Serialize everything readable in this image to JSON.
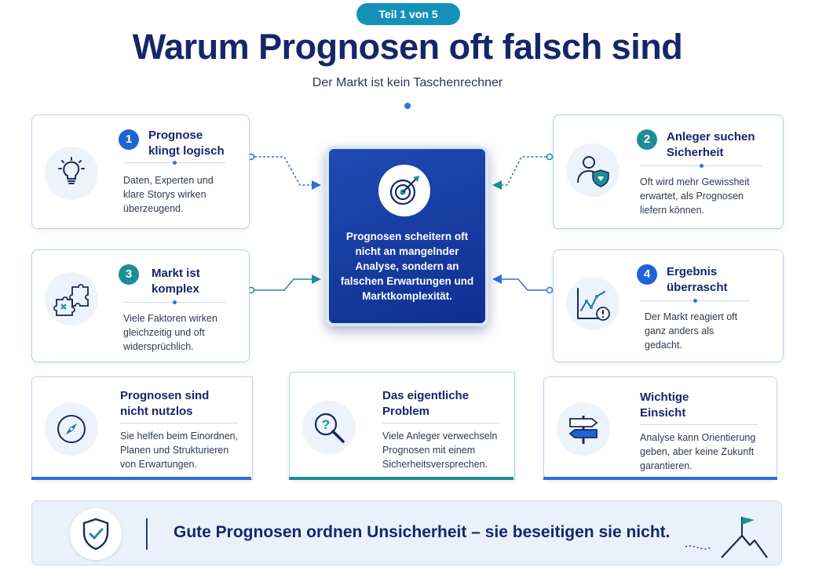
{
  "badge": "Teil 1 von 5",
  "title": "Warum Prognosen oft falsch sind",
  "subtitle": "Der Markt ist kein Taschenrechner",
  "cards": [
    {
      "number": "1",
      "title_lines": [
        "Prognose",
        "klingt logisch"
      ],
      "body_lines": [
        "Daten, Experten und",
        "klare Storys wirken",
        "überzeugend."
      ],
      "icon": "lightbulb-icon"
    },
    {
      "number": "2",
      "title_lines": [
        "Anleger suchen",
        "Sicherheit"
      ],
      "body_lines": [
        "Oft wird mehr Gewissheit",
        "erwartet, als Prognosen",
        "liefern können."
      ],
      "icon": "user-shield-icon"
    },
    {
      "number": "3",
      "title_lines": [
        "Markt ist",
        "komplex"
      ],
      "body_lines": [
        "Viele Faktoren wirken",
        "gleichzeitig und oft",
        "widersprüchlich."
      ],
      "icon": "puzzle-icon"
    },
    {
      "number": "4",
      "title_lines": [
        "Ergebnis",
        "überrascht"
      ],
      "body_lines": [
        "Der Markt reagiert oft",
        "ganz anders als",
        "gedacht."
      ],
      "icon": "chart-alert-icon"
    }
  ],
  "center": {
    "icon": "target-icon",
    "text_lines": [
      "Prognosen scheitern oft",
      "nicht an mangelnder",
      "Analyse, sondern an",
      "falschen Erwartungen und",
      "Marktkomplexität."
    ]
  },
  "bottom_cards": [
    {
      "title_lines": [
        "Prognosen sind",
        "nicht nutzlos"
      ],
      "body_lines": [
        "Sie helfen beim Einordnen,",
        "Planen und Strukturieren",
        "von Erwartungen."
      ],
      "icon": "compass-icon"
    },
    {
      "title_lines": [
        "Das eigentliche",
        "Problem"
      ],
      "body_lines": [
        "Viele Anleger verwechseln",
        "Prognosen mit einem",
        "Sicherheitsversprechen."
      ],
      "icon": "magnifier-question-icon"
    },
    {
      "title_lines": [
        "Wichtige",
        "Einsicht"
      ],
      "body_lines": [
        "Analyse kann Orientierung",
        "geben, aber keine Zukunft",
        "garantieren."
      ],
      "icon": "signpost-icon"
    }
  ],
  "banner": {
    "text": "Gute Prognosen ordnen Unsicherheit – sie beseitigen sie nicht.",
    "icon": "shield-check-icon",
    "decor_icon": "mountain-flag-icon"
  },
  "colors": {
    "navy": "#15266b",
    "blue": "#1f63d6",
    "teal": "#1d8d96",
    "center_bg": "#1a42a8",
    "light": "#edf3fb"
  }
}
